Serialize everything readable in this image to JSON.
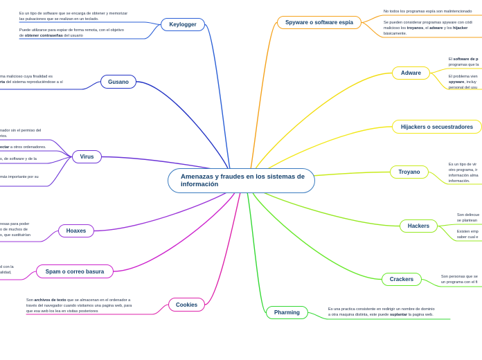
{
  "title": "Amenazas y fraudes en los sistemas de información",
  "colors": {
    "keylogger": "#2a5fd6",
    "gusano": "#2233c4",
    "virus": "#6a33d6",
    "hoaxes": "#9a33d8",
    "spam": "#cc22cc",
    "cookies": "#dd22aa",
    "spyware": "#f5a21b",
    "adware": "#f2dd10",
    "hijackers": "#f2e81a",
    "troyano": "#c8ea1a",
    "hackers": "#96e822",
    "crackers": "#66e828",
    "pharming": "#33d833"
  },
  "branches": [
    {
      "id": "keylogger",
      "label": "Keylogger",
      "notes": [
        [
          "Es un tipo de software que se encarga de obtener y memorizar",
          "las pulsaciones que se realizan en un teclado."
        ],
        [
          "Puede utilizarse para espiar de forma remota, con el objetivo",
          "de <b>obtener contraseñas</b> del usuario"
        ]
      ]
    },
    {
      "id": "gusano",
      "label": "Gusano",
      "notes": [
        [
          "ma malicioso cuya finalidad es",
          "<b>rta</b> del sistema reproduciéndose a sí"
        ]
      ]
    },
    {
      "id": "virus",
      "label": "Virus",
      "notes": [
        [
          "nador sin el permiso del",
          "rios."
        ],
        [
          "<b>ectar</b> a otros ordenadores."
        ],
        [
          "s, de software y de la"
        ],
        [
          "más importante por su"
        ]
      ]
    },
    {
      "id": "hoaxes",
      "label": "Hoaxes",
      "notes": [
        [
          "resas para poder",
          "o de muchos de",
          "s, que sustituirían"
        ]
      ]
    },
    {
      "id": "spam",
      "label": "Spam o correo basura",
      "notes": [
        [
          "d con la",
          "alidad,"
        ]
      ]
    },
    {
      "id": "cookies",
      "label": "Cookies",
      "notes": [
        [
          "Son <b>archivos de texto</b> que se almacenan en el ordenador a",
          "través del navegador cuando visitamos una pagina web, para",
          "que esa web los lea en visitas posteriores"
        ]
      ]
    },
    {
      "id": "spyware",
      "label": "Spyware o software espía",
      "notes": [
        [
          "No todos los programas espía son malintencionado"
        ],
        [
          "Se pueden considerar programas spyware con códi",
          "malicioso los <b>troyanos</b>, el <b>adware</b> y los <b>hijacker</b>",
          "básicamente."
        ]
      ]
    },
    {
      "id": "adware",
      "label": "Adware",
      "notes": [
        [
          "El <b>software de p</b>",
          "programas que la"
        ],
        [
          "El problema vien",
          "<b>spyware</b>, incluy",
          "personal del usu"
        ]
      ]
    },
    {
      "id": "hijackers",
      "label": "Hijackers o secuestradores",
      "notes": []
    },
    {
      "id": "troyano",
      "label": "Troyano",
      "notes": [
        [
          "Es un tipo de vir",
          "otro programa, ir",
          "información alma",
          "información."
        ]
      ]
    },
    {
      "id": "hackers",
      "label": "Hackers",
      "notes": [
        [
          "Son delincue",
          "se plantean"
        ],
        [
          "Existen emp",
          "saber cual e"
        ]
      ]
    },
    {
      "id": "crackers",
      "label": "Crackers",
      "notes": [
        [
          "Son personas que se",
          "un programa con el fi"
        ]
      ]
    },
    {
      "id": "pharming",
      "label": "Pharming",
      "notes": [
        [
          "Es una practica consistente en redirigir un nombre de dominio",
          "a otra maquina distinta, este puede <b>suplantar</b> la pagina web."
        ]
      ]
    }
  ]
}
